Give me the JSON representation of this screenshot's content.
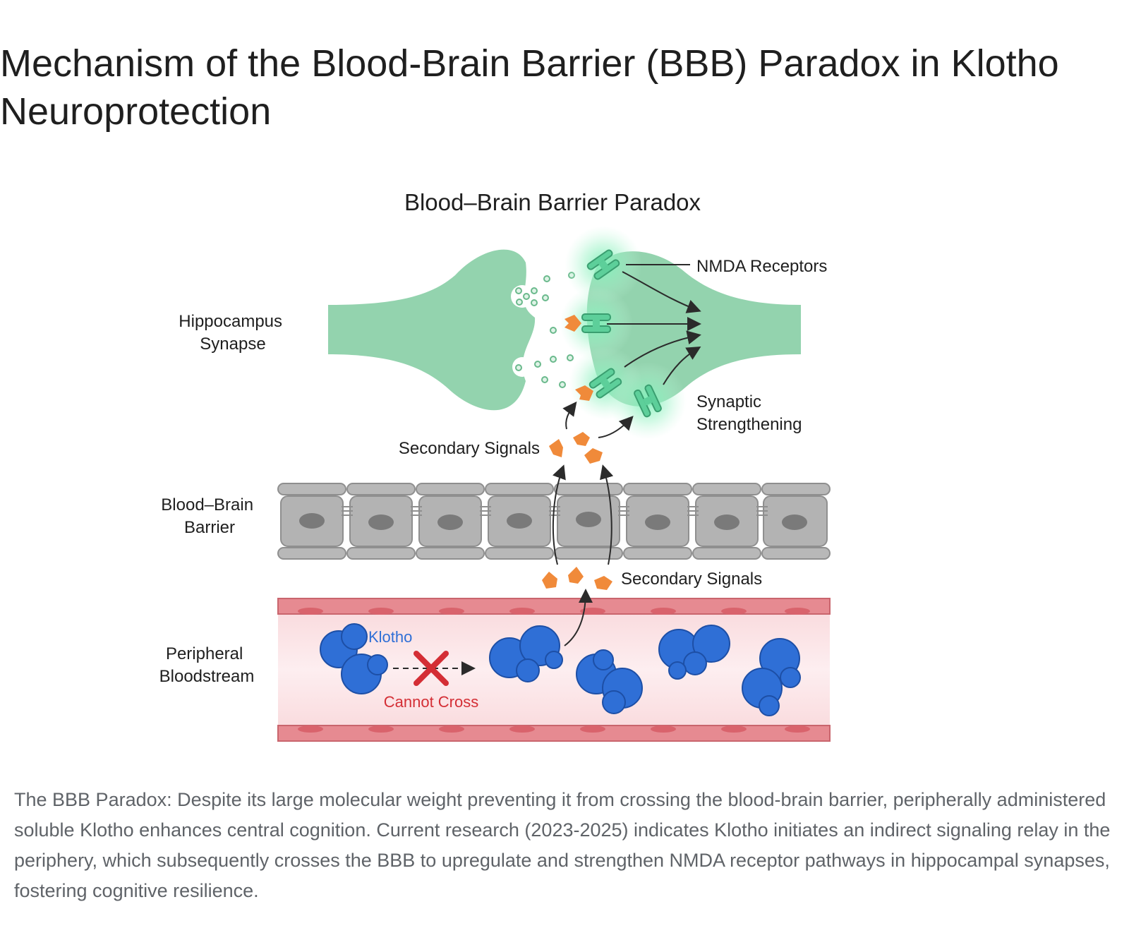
{
  "page": {
    "title": "Mechanism of the Blood-Brain Barrier (BBB) Paradox in Klotho Neuroprotection",
    "caption": "The BBB Paradox: Despite its large molecular weight preventing it from crossing the blood-brain barrier, peripherally administered soluble Klotho enhances central cognition. Current research (2023-2025) indicates Klotho initiates an indirect signaling relay in the periphery, which subsequently crosses the BBB to upregulate and strengthen NMDA receptor pathways in hippocampal synapses, fostering cognitive resilience."
  },
  "diagram": {
    "title": "Blood–Brain Barrier Paradox",
    "labels": {
      "hippocampus": [
        "Hippocampus",
        "Synapse"
      ],
      "bbb": [
        "Blood–Brain",
        "Barrier"
      ],
      "bloodstream": [
        "Peripheral",
        "Bloodstream"
      ],
      "nmda_receptors": "NMDA Receptors",
      "synaptic_strengthening": [
        "Synaptic",
        "Strengthening"
      ],
      "secondary_signals_upper": "Secondary Signals",
      "secondary_signals_lower": "Secondary Signals",
      "klotho": "Klotho",
      "cannot_cross": "Cannot Cross"
    },
    "colors": {
      "synapse": "#93d3ae",
      "receptor": "#5dcf9a",
      "receptor_glow": "#7df0b8",
      "signal": "#f08a3a",
      "klotho": "#2f6fd6",
      "klotho_label": "#2f6fd6",
      "cannot_cross": "#d42e35",
      "barrier_cell": "#b3b3b3",
      "vessel_wall": "#e07b82",
      "vessel_lumen": "#fde8ea"
    }
  }
}
